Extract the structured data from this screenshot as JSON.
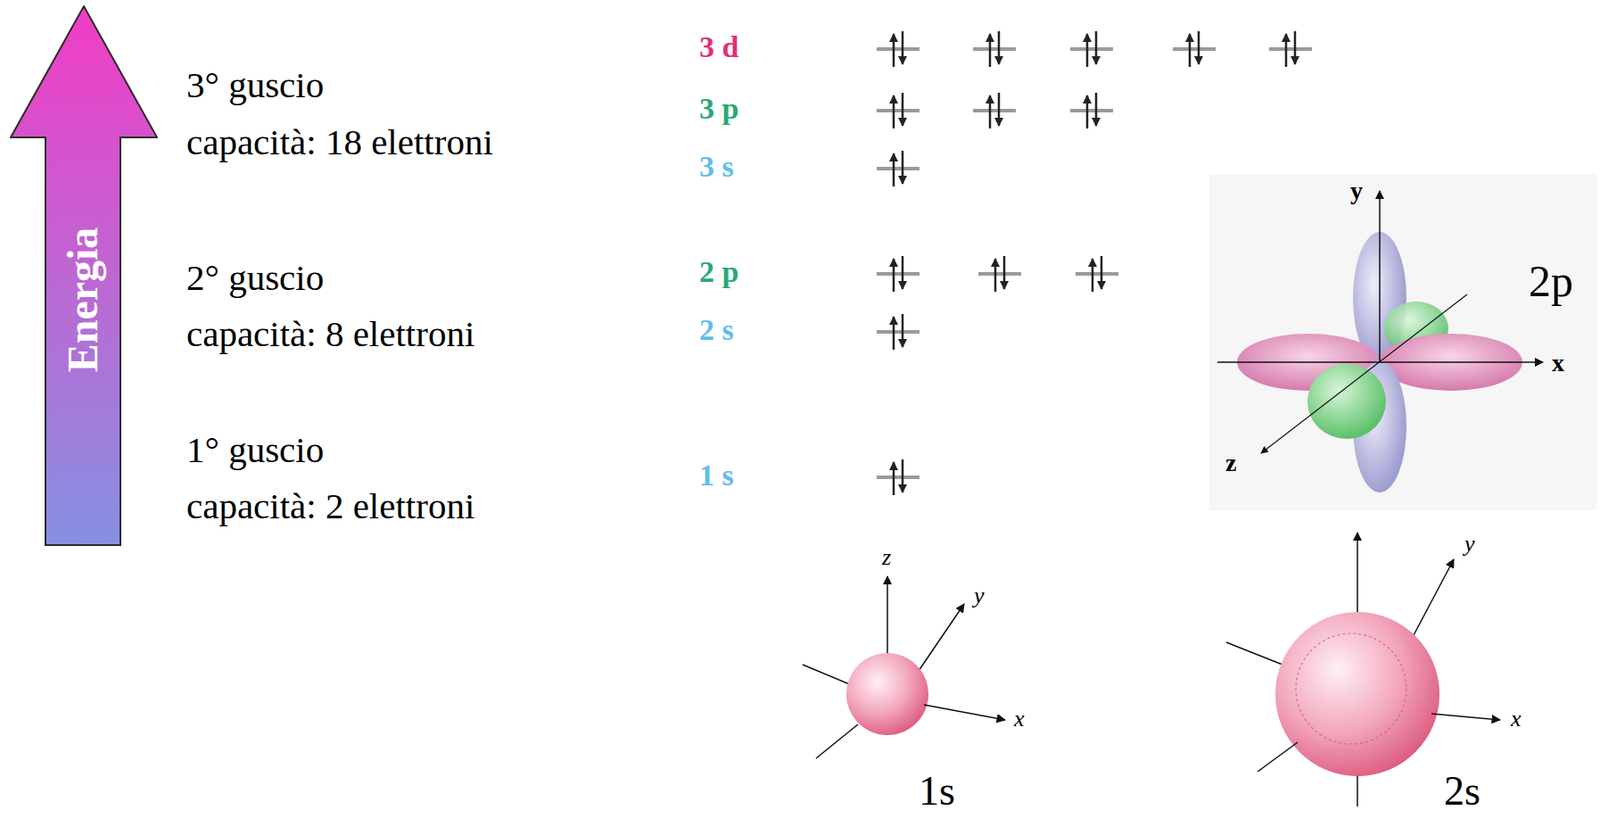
{
  "diagram": {
    "nodes": [
      {
        "text": [
          "Energia"
        ]
      }
    ],
    "labels": [
      "3° guscio",
      "capacità: 18 elettroni",
      "2° guscio",
      "capacità: 8 elettroni",
      "1° guscio",
      "capacità: 2 elettroni",
      "3 d",
      "3 p",
      "3 s",
      "2 p",
      "2 s",
      "1 s",
      "y",
      "2p",
      "x",
      "z",
      "z",
      "y",
      "x",
      "1s",
      "y",
      "x",
      "2s"
    ]
  }
}
